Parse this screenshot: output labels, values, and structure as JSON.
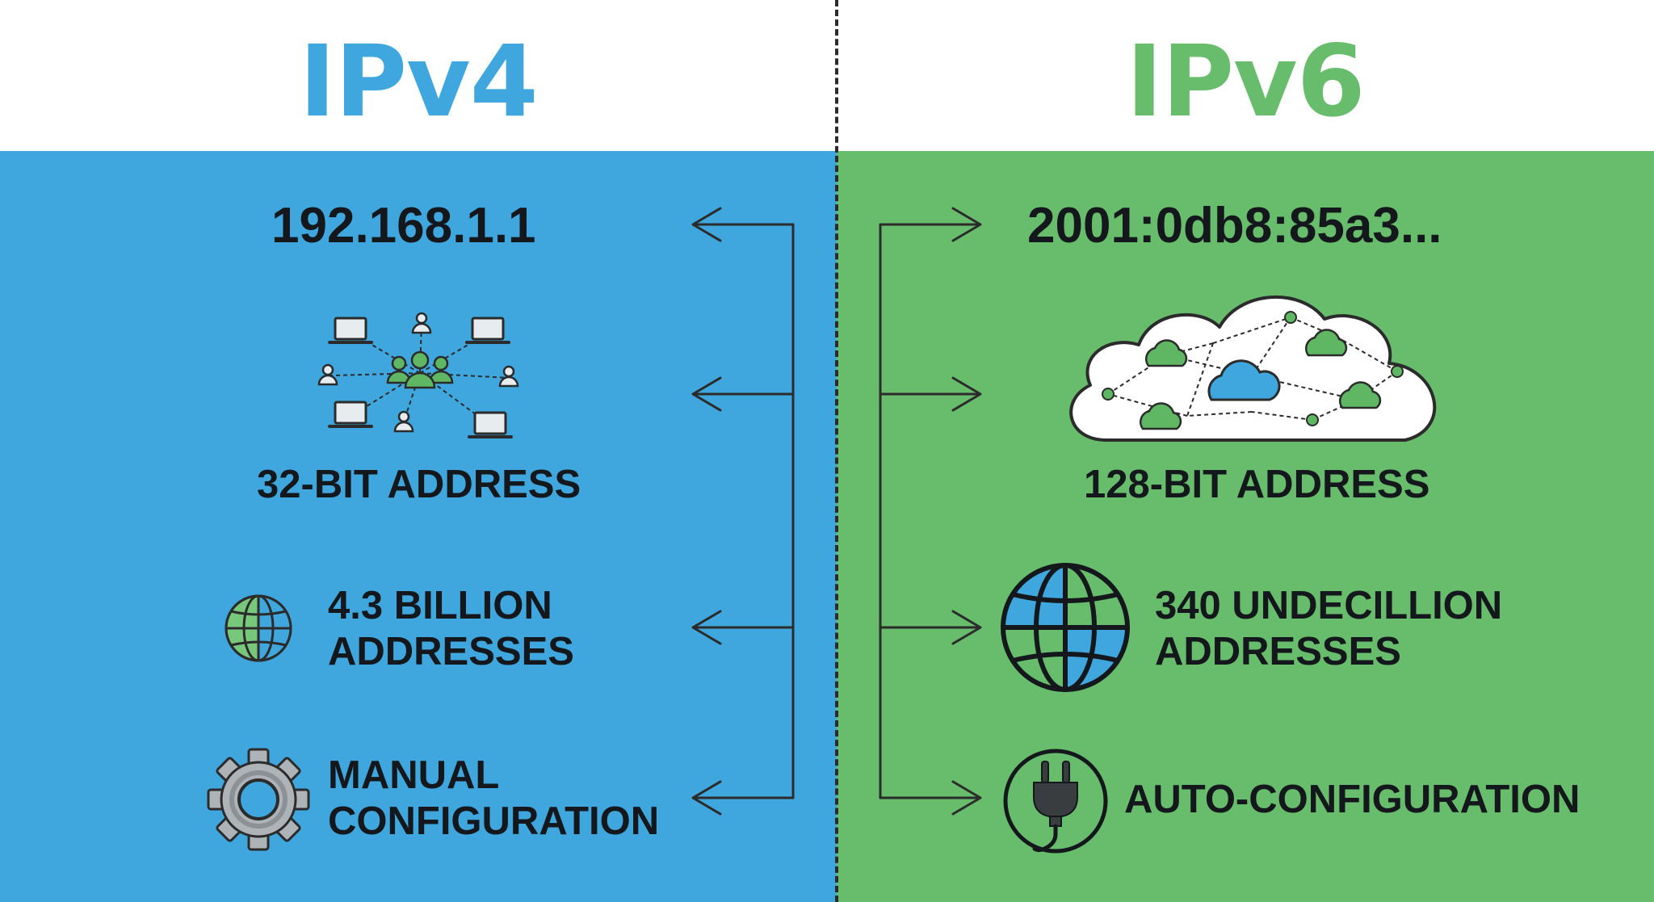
{
  "colors": {
    "ipv4": "#3fa7dd",
    "ipv6": "#67bd6b",
    "text": "#14181c",
    "line": "#2b2b2b"
  },
  "ipv4": {
    "title": "IPv4",
    "example_address": "192.168.1.1",
    "address_size": "32-BIT ADDRESS",
    "address_count_line1": "4.3 BILLION",
    "address_count_line2": "ADDRESSES",
    "configuration_line1": "MANUAL",
    "configuration_line2": "CONFIGURATION",
    "icons": [
      "network-nodes-icon",
      "globe-icon",
      "gear-icon"
    ]
  },
  "ipv6": {
    "title": "IPv6",
    "example_address": "2001:0db8:85a3...",
    "address_size": "128-BIT ADDRESS",
    "address_count_line1": "340 UNDECILLION",
    "address_count_line2": "ADDRESSES",
    "configuration": "AUTO-CONFIGURATION",
    "icons": [
      "cloud-network-icon",
      "globe-icon",
      "plug-icon"
    ]
  }
}
